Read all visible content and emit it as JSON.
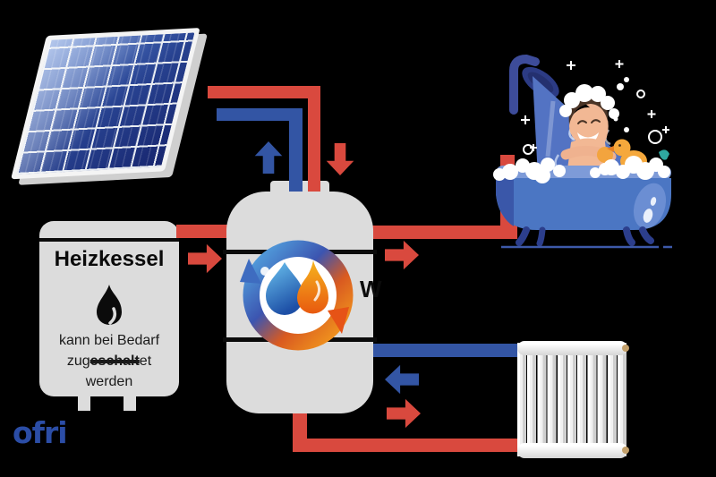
{
  "boiler": {
    "title": "Heizkessel",
    "note_line1": "kann bei Bedarf",
    "note_line2_start": "zug",
    "note_line2_struck": "eschalt",
    "note_line2_end": "et",
    "note_line3": "werden"
  },
  "tank": {
    "label": "W"
  },
  "logo": {
    "text": "ofri"
  },
  "colors": {
    "pipe_hot_red": "#D9493E",
    "pipe_cold_blue": "#3355A4",
    "equipment_gray": "#DCDCDC",
    "logo_blue": "#2B4DA6",
    "background": "#000000",
    "tub_blue": "#4B76C3",
    "tub_rim_blue": "#7E9BD8",
    "duck_orange": "#F5A83C",
    "radiator_white": "#FFFFFF",
    "solar_cell_blue": "#27418F"
  },
  "icons": {
    "solar_panel": "tilted photovoltaic panel, 6x6 blue cells",
    "heat_cycle": "circular arrows with water drop and flame",
    "flame": "black flame on boiler",
    "bathtub": "person showering in blue bathtub with foam",
    "shower": "shower head spraying water",
    "rubber_duck": "orange rubber duck",
    "radiator": "white column radiator",
    "flow_arrows": "red hot-flow and blue cold-flow arrows"
  }
}
